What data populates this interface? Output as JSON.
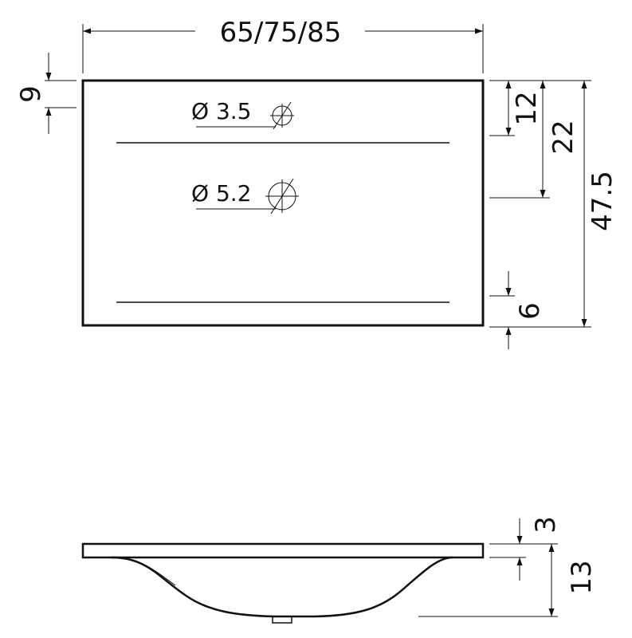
{
  "top_view": {
    "overall_width_label": "65/75/85",
    "left_offset_label": "9",
    "hole_small_label": "Ø 3.5",
    "hole_large_label": "Ø 5.2",
    "dim_12_label": "12",
    "dim_22_label": "22",
    "dim_47_5_label": "47.5",
    "dim_6_label": "6"
  },
  "side_view": {
    "dim_3_label": "3",
    "dim_13_label": "13"
  },
  "colors": {
    "ink": "#111111",
    "background": "#ffffff"
  }
}
